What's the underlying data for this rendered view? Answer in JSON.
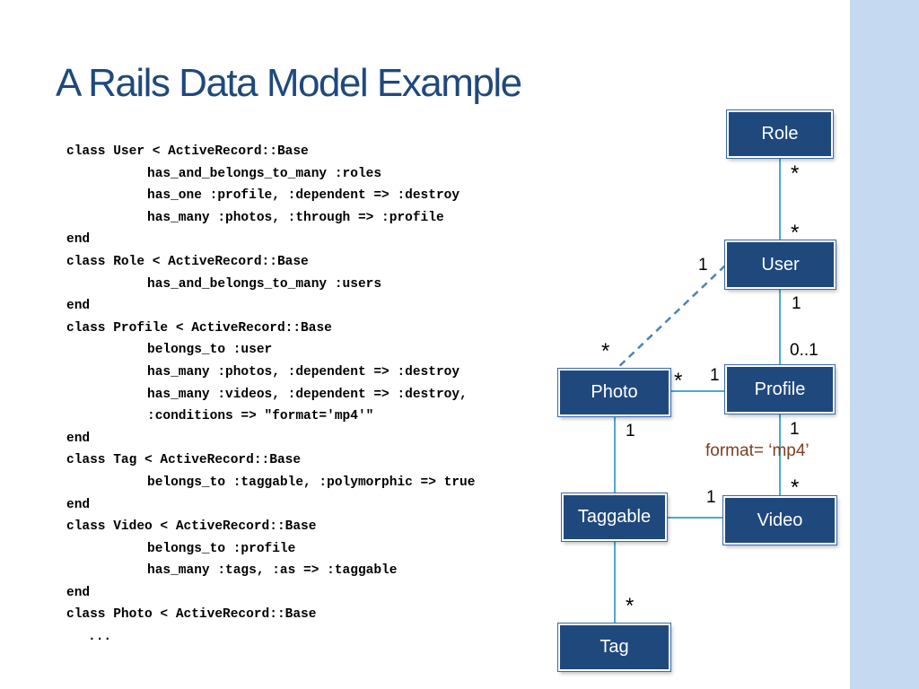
{
  "slide": {
    "title": "A Rails Data Model Example",
    "accent_color": "#1f497d",
    "sidebar_color": "#c5d9f0"
  },
  "code": {
    "lines": [
      "class User < ActiveRecord::Base",
      "has_and_belongs_to_many :roles",
      "has_one :profile, :dependent => :destroy",
      "has_many :photos, :through => :profile",
      "end",
      "class Role < ActiveRecord::Base",
      "has_and_belongs_to_many :users",
      "end",
      "class Profile < ActiveRecord::Base",
      "belongs_to :user",
      "has_many :photos, :dependent => :destroy",
      "has_many :videos, :dependent => :destroy,",
      ":conditions => \"format='mp4'\"",
      "end",
      "class Tag < ActiveRecord::Base",
      "belongs_to :taggable, :polymorphic => true",
      "end",
      "class Video < ActiveRecord::Base",
      "belongs_to :profile",
      "has_many :tags, :as => :taggable",
      "end",
      "class Photo < ActiveRecord::Base",
      "..."
    ]
  },
  "diagram": {
    "boxes": {
      "role": "Role",
      "user": "User",
      "photo": "Photo",
      "profile": "Profile",
      "taggable": "Taggable",
      "video": "Video",
      "tag": "Tag"
    },
    "multiplicities": {
      "role_user_top": "*",
      "role_user_bottom": "*",
      "user_photo_user_end": "1",
      "user_photo_photo_end": "*",
      "user_profile_user_end": "1",
      "user_profile_profile_end": "0..1",
      "photo_profile_photo_end": "*",
      "photo_profile_profile_end": "1",
      "photo_taggable_photo_end": "1",
      "profile_video_profile_end": "1",
      "profile_video_video_end": "*",
      "taggable_video_video_end": "1",
      "taggable_tag_tag_end": "*"
    },
    "condition_note": "format= ‘mp4’",
    "line_color": "#4bacc6",
    "dashed_line_color": "#4f81bd",
    "box_color": "#1f497d",
    "note_color": "#7f3f1f"
  }
}
